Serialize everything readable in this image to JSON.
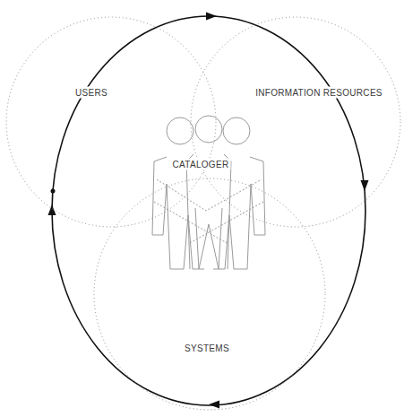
{
  "diagram": {
    "nodes": [
      {
        "text": [
          "USERS"
        ]
      },
      {
        "text": [
          "INFORMATION RESOURCES"
        ]
      },
      {
        "text": [
          "SYSTEMS"
        ]
      }
    ],
    "labels": [
      "CATALOGER"
    ]
  }
}
